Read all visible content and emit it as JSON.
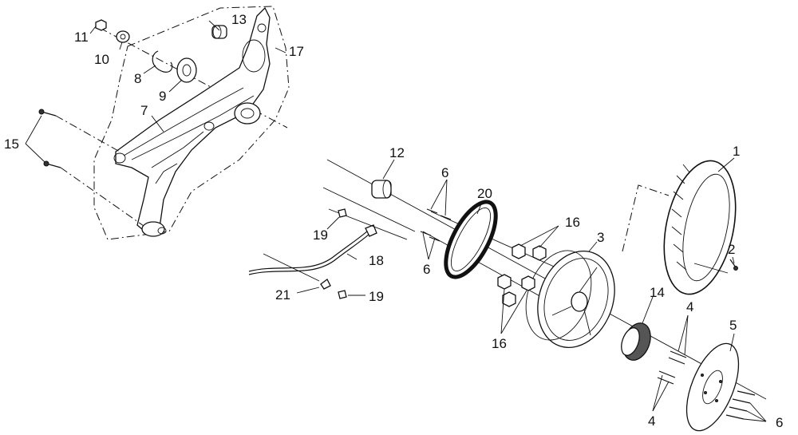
{
  "labels": {
    "p1": "1",
    "p2": "2",
    "p3": "3",
    "p4a": "4",
    "p4b": "4",
    "p5": "5",
    "p6a": "6",
    "p6b": "6",
    "p6c": "6",
    "p7": "7",
    "p8": "8",
    "p9": "9",
    "p10": "10",
    "p11": "11",
    "p12": "12",
    "p13": "13",
    "p14": "14",
    "p15": "15",
    "p16a": "16",
    "p16b": "16",
    "p17": "17",
    "p18": "18",
    "p19a": "19",
    "p19b": "19",
    "p20": "20",
    "p21": "21"
  }
}
